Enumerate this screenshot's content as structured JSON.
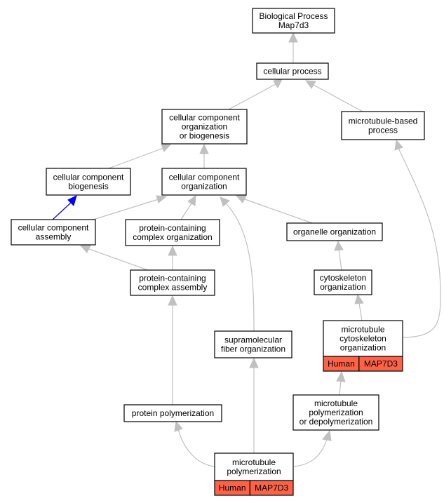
{
  "colors": {
    "edge": "#c0c0c0",
    "highlight_edge": "#0000ff",
    "annotation_fill": "#ff6347",
    "node_border": "#000000"
  },
  "nodes": {
    "root": {
      "lines": [
        "Biological Process",
        "Map7d3"
      ]
    },
    "cellular_process": {
      "lines": [
        "cellular process"
      ]
    },
    "ccob": {
      "lines": [
        "cellular component",
        "organization",
        "or biogenesis"
      ]
    },
    "mt_based_process": {
      "lines": [
        "microtubule-based",
        "process"
      ]
    },
    "cc_biogenesis": {
      "lines": [
        "cellular component",
        "biogenesis"
      ]
    },
    "cc_organization": {
      "lines": [
        "cellular component",
        "organization"
      ]
    },
    "cc_assembly": {
      "lines": [
        "cellular component",
        "assembly"
      ]
    },
    "pc_organization": {
      "lines": [
        "protein-containing",
        "complex organization"
      ]
    },
    "organelle_org": {
      "lines": [
        "organelle organization"
      ]
    },
    "pc_assembly": {
      "lines": [
        "protein-containing",
        "complex assembly"
      ]
    },
    "cytoskeleton_org": {
      "lines": [
        "cytoskeleton",
        "organization"
      ]
    },
    "mt_cytoskeleton_org": {
      "lines": [
        "microtubule",
        "cytoskeleton",
        "organization"
      ],
      "annotation": {
        "species": "Human",
        "gene": "MAP7D3"
      }
    },
    "supramolecular": {
      "lines": [
        "supramolecular",
        "fiber organization"
      ]
    },
    "protein_polymerization": {
      "lines": [
        "protein polymerization"
      ]
    },
    "mt_poly_depoly": {
      "lines": [
        "microtubule",
        "polymerization",
        "or depolymerization"
      ]
    },
    "mt_polymerization": {
      "lines": [
        "microtubule",
        "polymerization"
      ],
      "annotation": {
        "species": "Human",
        "gene": "MAP7D3"
      }
    }
  }
}
